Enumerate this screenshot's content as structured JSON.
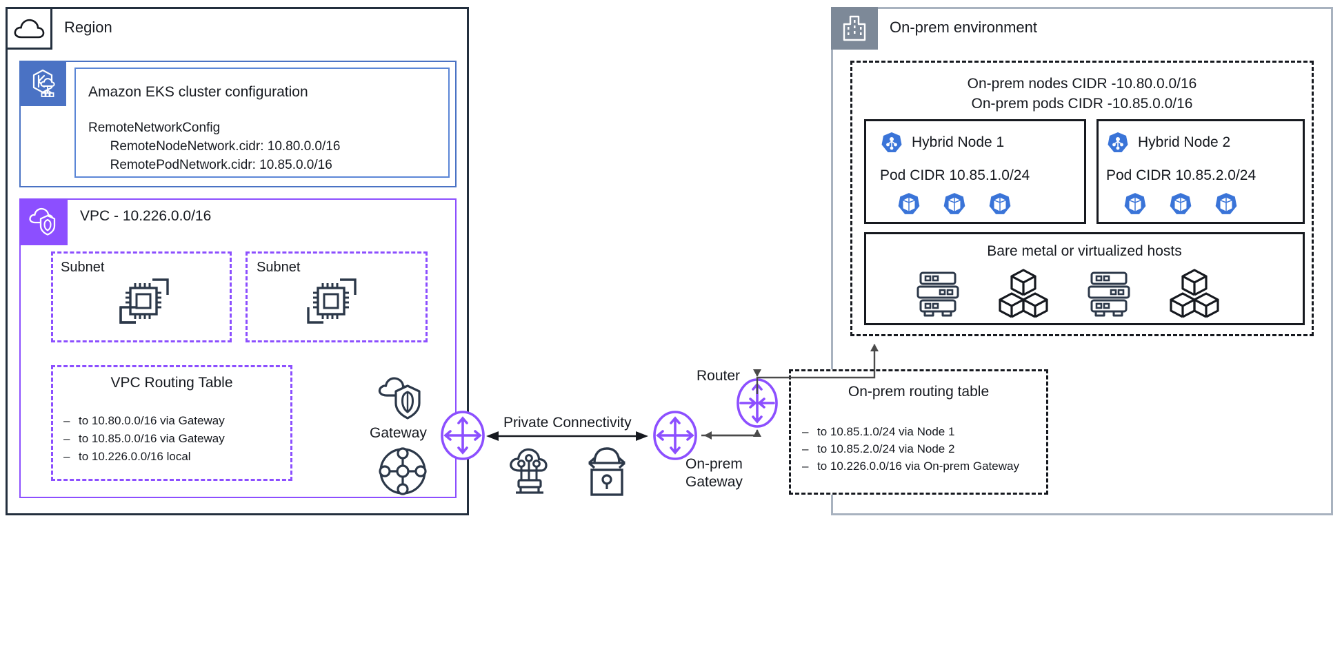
{
  "colors": {
    "region_border": "#232f3e",
    "eks_blue": "#4a72c4",
    "vpc_purple": "#8c4fff",
    "onprem_gray": "#7d8998",
    "onprem_border": "#a8b2bf",
    "ink": "#232f3e",
    "k8s_blue": "#3a74d8"
  },
  "region": {
    "title": "Region",
    "icon": "cloud-icon",
    "eks": {
      "icon": "amazon-eks-icon",
      "title": "Amazon EKS cluster configuration",
      "config_block": "RemoteNetworkConfig\n      RemoteNodeNetwork.cidr: 10.80.0.0/16\n      RemotePodNetwork.cidr: 10.85.0.0/16"
    },
    "vpc": {
      "icon": "vpc-icon",
      "title": "VPC - 10.226.0.0/16",
      "subnets": [
        {
          "label": "Subnet",
          "icon": "ec2-instances-icon"
        },
        {
          "label": "Subnet",
          "icon": "ec2-instances-icon"
        }
      ],
      "routing_table": {
        "title": "VPC Routing Table",
        "rows": [
          "to 10.80.0.0/16 via Gateway",
          "to 10.85.0.0/16 via Gateway",
          "to 10.226.0.0/16 local"
        ]
      },
      "gateway": {
        "label": "Gateway",
        "cloud_icon": "cloud-shield-icon",
        "mesh_icon": "network-mesh-icon",
        "node_icon": "gateway-arrows-icon"
      }
    }
  },
  "connectivity": {
    "label": "Private Connectivity",
    "arrow": "double-headed-arrow",
    "icons": [
      "direct-connect-cloud-icon",
      "vpn-lock-icon"
    ]
  },
  "onprem": {
    "title": "On-prem environment",
    "icon": "building-icon",
    "cidr_lines": [
      "On-prem nodes CIDR -10.80.0.0/16",
      "On-prem pods CIDR -10.85.0.0/16"
    ],
    "nodes": [
      {
        "icon": "kubernetes-node-icon",
        "title": "Hybrid Node 1",
        "pod_cidr": "Pod CIDR 10.85.1.0/24",
        "pods": [
          "pod-icon",
          "pod-icon",
          "pod-icon"
        ]
      },
      {
        "icon": "kubernetes-node-icon",
        "title": "Hybrid Node 2",
        "pod_cidr": "Pod CIDR 10.85.2.0/24",
        "pods": [
          "pod-icon",
          "pod-icon",
          "pod-icon"
        ]
      }
    ],
    "hosts": {
      "title": "Bare metal or virtualized hosts",
      "icons": [
        "server-rack-icon",
        "cubes-icon",
        "server-rack-icon",
        "cubes-icon"
      ]
    },
    "router": {
      "label": "Router",
      "icon": "router-arrows-icon"
    },
    "gateway": {
      "label": "On-prem\nGateway",
      "label_line1": "On-prem",
      "label_line2": "Gateway",
      "icon": "gateway-arrows-icon"
    },
    "routing_table": {
      "title": "On-prem routing table",
      "rows": [
        "to 10.85.1.0/24 via Node 1",
        "to 10.85.2.0/24 via Node 2",
        "to 10.226.0.0/16 via On-prem Gateway"
      ]
    }
  }
}
